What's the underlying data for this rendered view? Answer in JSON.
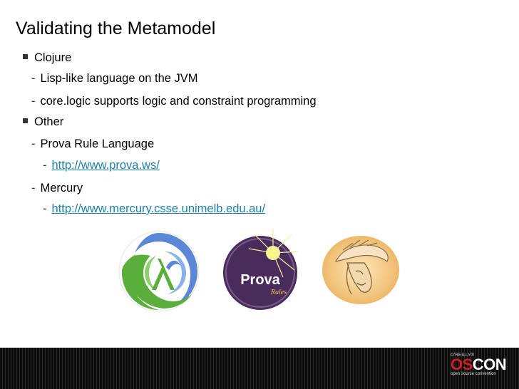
{
  "slide": {
    "title": "Validating the Metamodel",
    "bullets": [
      {
        "level": 1,
        "text": "Clojure"
      },
      {
        "level": 2,
        "text": "Lisp-like language on the JVM"
      },
      {
        "level": 2,
        "text": "core.logic supports logic and constraint programming"
      },
      {
        "level": 1,
        "text": "Other"
      },
      {
        "level": 2,
        "text": "Prova Rule Language"
      },
      {
        "level": 3,
        "text": "http://www.prova.ws/",
        "link": true
      },
      {
        "level": 2,
        "text": "Mercury"
      },
      {
        "level": 3,
        "text": "http://www.mercury.csse.unimelb.edu.au/",
        "link": true
      }
    ],
    "logos": {
      "prova_word": "Prova",
      "prova_sub": "Rules"
    }
  },
  "footer": {
    "publisher": "O'REILLY®",
    "brand_os": "OS",
    "brand_con": "CON",
    "tagline": "open source convention"
  },
  "colors": {
    "link": "#1e7fa6",
    "clojure_green": "#5aae3c",
    "clojure_blue": "#5c87d6",
    "prova_purple": "#4a2c5c",
    "mercury_gold": "#e8b85a",
    "oscon_red": "#d41e1e"
  }
}
